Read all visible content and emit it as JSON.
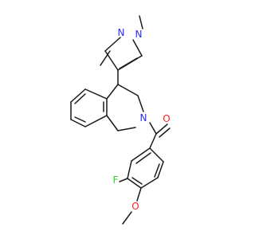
{
  "molecule": {
    "atoms": {
      "n_methyl_pyrazole": {
        "text": "N",
        "color": "#2a2aff"
      },
      "n_pyrazole": {
        "text": "N",
        "color": "#2a2aff"
      },
      "n_ring": {
        "text": "N",
        "color": "#2a2aff"
      },
      "o_carbonyl": {
        "text": "O",
        "color": "#ff2020"
      },
      "o_methoxy": {
        "text": "O",
        "color": "#ff2020"
      },
      "f_substituent": {
        "text": "F",
        "color": "#33cc33"
      }
    },
    "colors": {
      "bond": "#1a1a1a",
      "background": "#ffffff"
    }
  }
}
